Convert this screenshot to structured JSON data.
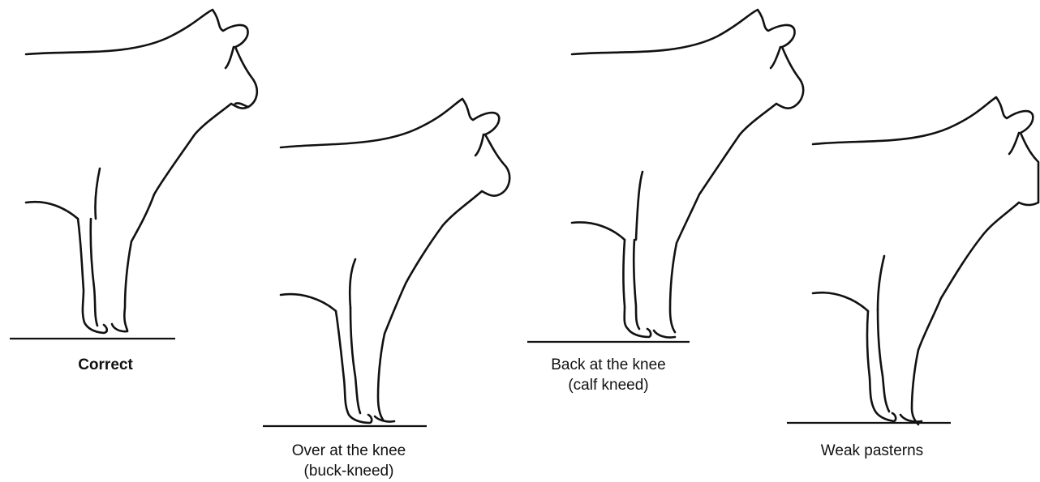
{
  "panels": [
    {
      "caption_lines": [
        "Correct"
      ],
      "bold": true
    },
    {
      "caption_lines": [
        "Over at the knee",
        "(buck-kneed)"
      ],
      "bold": false
    },
    {
      "caption_lines": [
        "Back at the knee",
        "(calf kneed)"
      ],
      "bold": false
    },
    {
      "caption_lines": [
        "Weak pasterns"
      ],
      "bold": false
    }
  ]
}
